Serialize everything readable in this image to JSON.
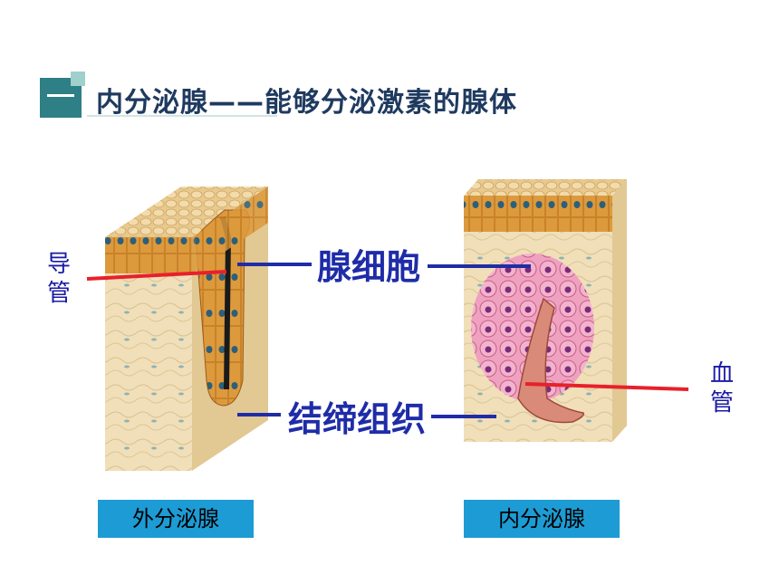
{
  "header": {
    "title": "内分泌腺——能够分泌激素的腺体"
  },
  "labels": {
    "gland_cell": "腺细胞",
    "connective_tissue": "结缔组织",
    "duct": [
      "导",
      "管"
    ],
    "vessel": [
      "血",
      "管"
    ]
  },
  "captions": {
    "left": "外分泌腺",
    "right": "内分泌腺"
  },
  "colors": {
    "accent_teal": "#2f7f86",
    "title_blue": "#1f3a5f",
    "caption_blue": "#1d9bd4",
    "pointer_red": "#e8202a",
    "pointer_blue": "#1f2ca8"
  }
}
